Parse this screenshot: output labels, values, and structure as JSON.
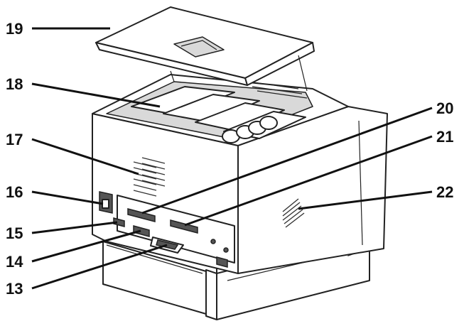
{
  "diagram": {
    "callouts": [
      {
        "id": "c19",
        "label": "19"
      },
      {
        "id": "c18",
        "label": "18"
      },
      {
        "id": "c17",
        "label": "17"
      },
      {
        "id": "c16",
        "label": "16"
      },
      {
        "id": "c15",
        "label": "15"
      },
      {
        "id": "c14",
        "label": "14"
      },
      {
        "id": "c13",
        "label": "13"
      },
      {
        "id": "c20",
        "label": "20"
      },
      {
        "id": "c21",
        "label": "21"
      },
      {
        "id": "c22",
        "label": "22"
      }
    ]
  }
}
